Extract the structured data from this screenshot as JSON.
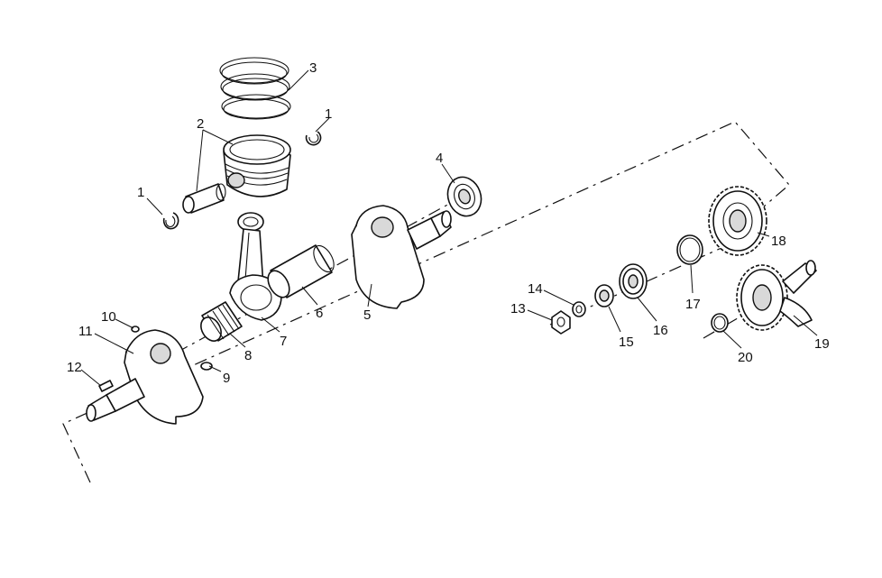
{
  "callouts": [
    {
      "id": "c1a",
      "label": "1"
    },
    {
      "id": "c1b",
      "label": "1"
    },
    {
      "id": "c2",
      "label": "2"
    },
    {
      "id": "c3",
      "label": "3"
    },
    {
      "id": "c4",
      "label": "4"
    },
    {
      "id": "c5",
      "label": "5"
    },
    {
      "id": "c6",
      "label": "6"
    },
    {
      "id": "c7",
      "label": "7"
    },
    {
      "id": "c8",
      "label": "8"
    },
    {
      "id": "c9",
      "label": "9"
    },
    {
      "id": "c10",
      "label": "10"
    },
    {
      "id": "c11",
      "label": "11"
    },
    {
      "id": "c12",
      "label": "12"
    },
    {
      "id": "c13",
      "label": "13"
    },
    {
      "id": "c14",
      "label": "14"
    },
    {
      "id": "c15",
      "label": "15"
    },
    {
      "id": "c16",
      "label": "16"
    },
    {
      "id": "c17",
      "label": "17"
    },
    {
      "id": "c18",
      "label": "18"
    },
    {
      "id": "c19",
      "label": "19"
    },
    {
      "id": "c20",
      "label": "20"
    }
  ]
}
